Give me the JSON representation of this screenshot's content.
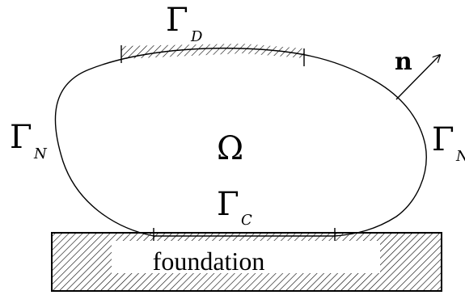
{
  "labels": {
    "dirichlet": {
      "symbol": "Γ",
      "subscript": "D"
    },
    "neumann_left": {
      "symbol": "Γ",
      "subscript": "N"
    },
    "neumann_right": {
      "symbol": "Γ",
      "subscript": "N"
    },
    "contact": {
      "symbol": "Γ",
      "subscript": "C"
    },
    "domain": "Ω",
    "normal": "n",
    "foundation": "foundation"
  },
  "colors": {
    "stroke": "#000000",
    "background": "#ffffff"
  }
}
